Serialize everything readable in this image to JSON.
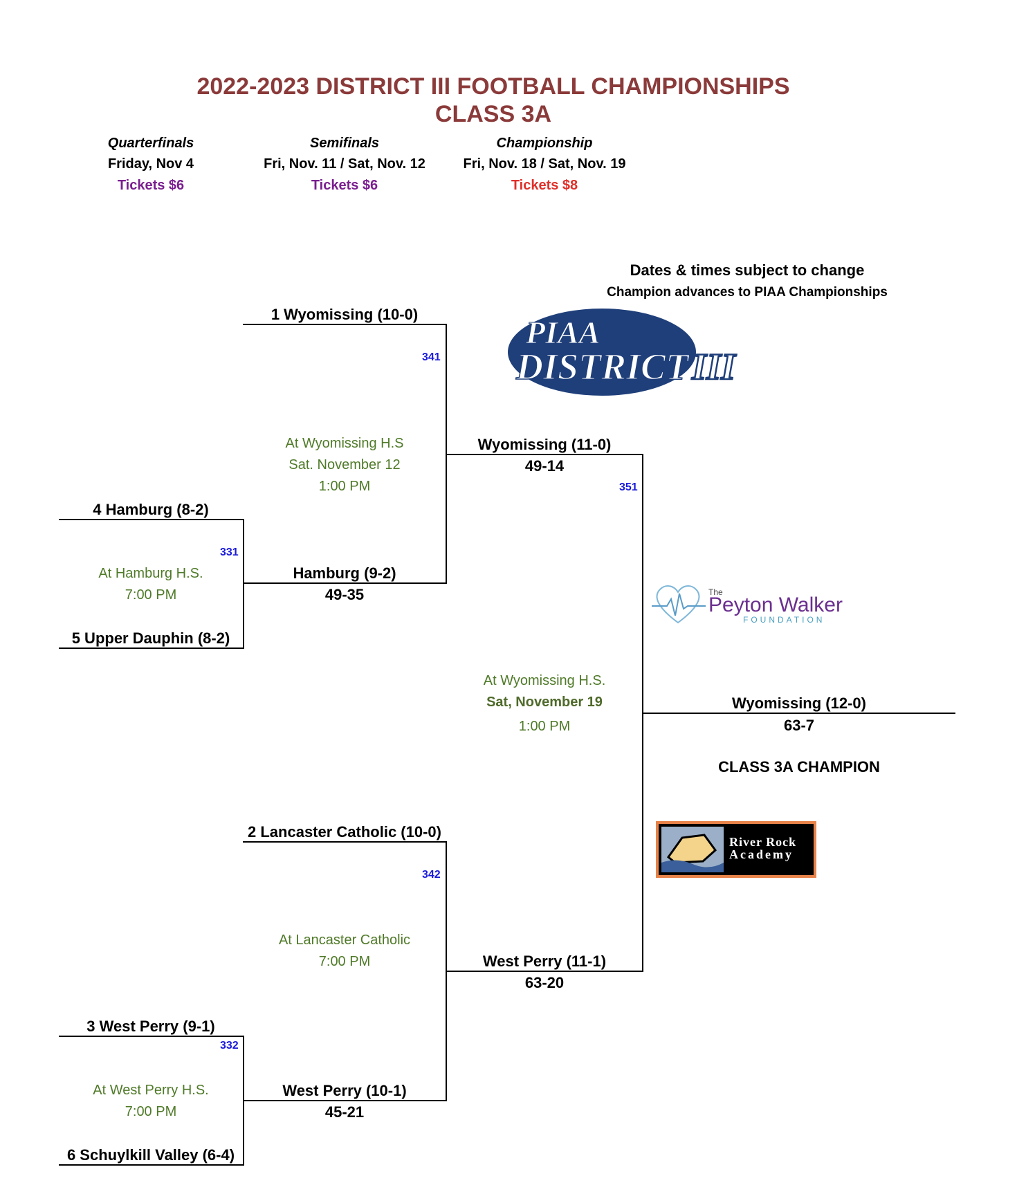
{
  "header": {
    "title_line1": "2022-2023 DISTRICT III FOOTBALL CHAMPIONSHIPS",
    "title_line2": "CLASS 3A"
  },
  "rounds": [
    {
      "name": "Quarterfinals",
      "date": "Friday, Nov 4",
      "tickets": "Tickets $6",
      "ticket_color": "#7a1f8f"
    },
    {
      "name": "Semifinals",
      "date": "Fri, Nov. 11 / Sat, Nov. 12",
      "tickets": "Tickets $6",
      "ticket_color": "#7a1f8f"
    },
    {
      "name": "Championship",
      "date": "Fri, Nov. 18 / Sat, Nov. 19",
      "tickets": "Tickets $8",
      "ticket_color": "#e0302a"
    }
  ],
  "notes": {
    "line1": "Dates & times subject to change",
    "line2": "Champion advances to PIAA Championships"
  },
  "quarterfinals": {
    "top": {
      "seed_a": "4 Hamburg (8-2)",
      "seed_b": "5 Upper Dauphin (8-2)",
      "venue": "At Hamburg H.S.",
      "time": "7:00 PM",
      "game": "331"
    },
    "bottom": {
      "seed_a": "3 West Perry (9-1)",
      "seed_b": "6 Schuylkill Valley (6-4)",
      "venue": "At West Perry H.S.",
      "time": "7:00 PM",
      "game": "332"
    }
  },
  "semifinals": {
    "top": {
      "bye_team": "1 Wyomissing (10-0)",
      "qf_winner": "Hamburg (9-2)",
      "qf_score": "49-35",
      "venue": "At Wyomissing H.S",
      "date": "Sat. November 12",
      "time": "1:00 PM",
      "game": "341"
    },
    "bottom": {
      "bye_team": "2 Lancaster Catholic (10-0)",
      "qf_winner": "West Perry (10-1)",
      "qf_score": "45-21",
      "venue": "At Lancaster Catholic",
      "time": "7:00 PM",
      "game": "342"
    }
  },
  "final": {
    "top_team": "Wyomissing (11-0)",
    "top_score": "49-14",
    "bottom_team": "West Perry (11-1)",
    "bottom_score": "63-20",
    "venue": "At Wyomissing H.S.",
    "date": "Sat, November 19",
    "time": "1:00 PM",
    "game": "351"
  },
  "champion": {
    "team": "Wyomissing (12-0)",
    "score": "63-7",
    "label": "CLASS 3A CHAMPION"
  },
  "logos": {
    "piaa_line1": "PIAA",
    "piaa_line2": "DISTRICT",
    "piaa_roman": "III",
    "peyton_the": "The",
    "peyton_name": "Peyton Walker",
    "peyton_foundation": "FOUNDATION",
    "river_line1": "River Rock",
    "river_line2": "Academy"
  }
}
